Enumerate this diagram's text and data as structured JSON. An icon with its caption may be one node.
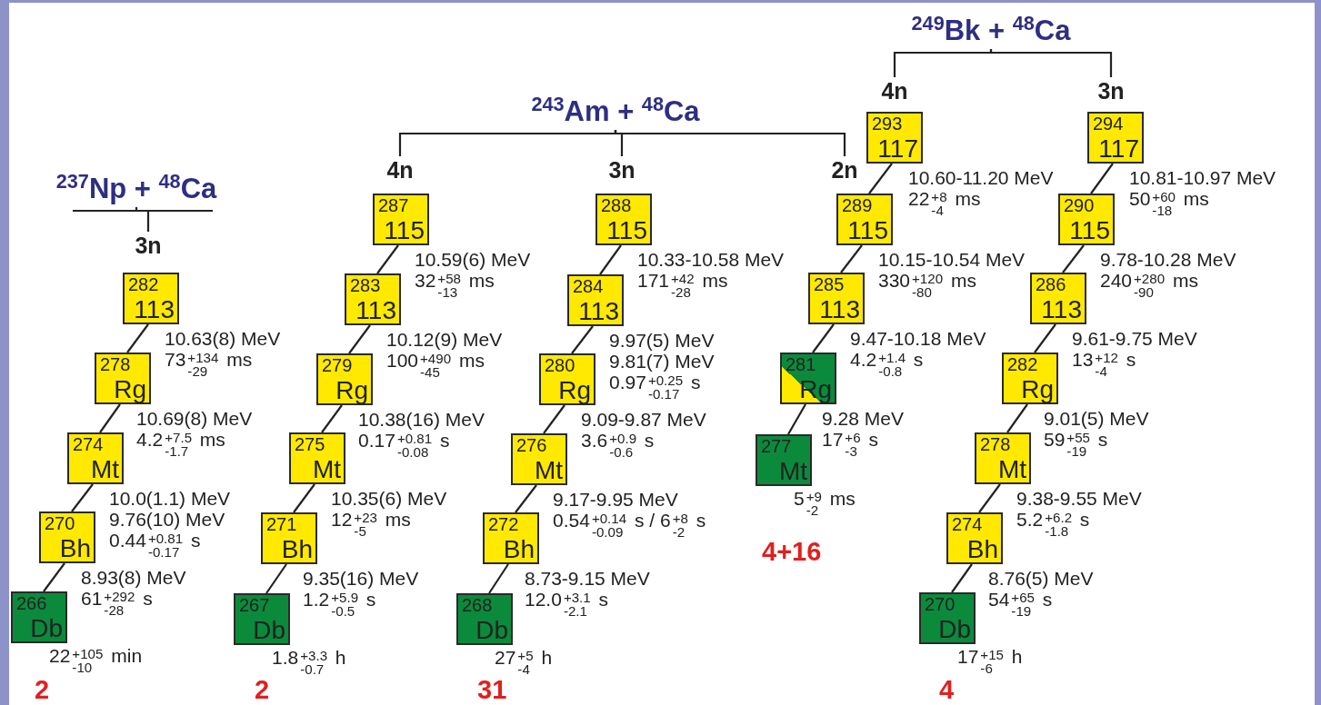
{
  "diagram": {
    "nodes": [
      {
        "text": [
          "$^{237}$Np + $^{48}$Ca"
        ]
      },
      {
        "text": [
          "3n"
        ]
      },
      {
        "text": [
          "$^{243}$Am + $^{48}$Ca"
        ]
      },
      {
        "text": [
          "4n"
        ]
      },
      {
        "text": [
          "3n"
        ]
      },
      {
        "text": [
          "2n"
        ]
      },
      {
        "text": [
          "$^{249}$Bk + $^{48}$Ca"
        ]
      },
      {
        "text": [
          "4n"
        ]
      },
      {
        "text": [
          "3n"
        ]
      },
      {
        "text": [
          "282",
          "113"
        ],
        "beside": [
          "10.63(8) MeV",
          "73$^{+134}$$_{-29}$ ms"
        ]
      },
      {
        "text": [
          "278",
          "Rg"
        ],
        "beside": [
          "10.69(8) MeV",
          "4.2$^{+7.5}$$_{-1.7}$ ms"
        ]
      },
      {
        "text": [
          "274",
          "Mt"
        ],
        "beside": [
          "10.0(1.1) MeV",
          "9.76(10) MeV",
          "0.44$^{+0.81}$$_{-0.17}$ s"
        ]
      },
      {
        "text": [
          "270",
          "Bh"
        ],
        "beside": [
          "8.93(8) MeV",
          "61$^{+292}$$_{-28}$ s"
        ]
      },
      {
        "text": [
          "266",
          "Db"
        ],
        "beside": [
          "22$^{+105}$$_{-10}$ min"
        ]
      },
      {
        "text": [
          "287",
          "115"
        ],
        "beside": [
          "10.59(6) MeV",
          "32$^{+58}$$_{-13}$ ms"
        ]
      },
      {
        "text": [
          "283",
          "113"
        ],
        "beside": [
          "10.12(9) MeV",
          "100$^{+490}$$_{-45}$ ms"
        ]
      },
      {
        "text": [
          "279",
          "Rg"
        ],
        "beside": [
          "10.38(16) MeV",
          "0.17$^{+0.81}$$_{-0.08}$ s"
        ]
      },
      {
        "text": [
          "275",
          "Mt"
        ],
        "beside": [
          "10.35(6) MeV",
          "12$^{+23}$$_{-5}$ ms"
        ]
      },
      {
        "text": [
          "271",
          "Bh"
        ],
        "beside": [
          "9.35(16) MeV",
          "1.2$^{+5.9}$$_{-0.5}$ s"
        ]
      },
      {
        "text": [
          "267",
          "Db"
        ],
        "beside": [
          "1.8$^{+3.3}$$_{-0.7}$ h"
        ]
      },
      {
        "text": [
          "288",
          "115"
        ],
        "beside": [
          "10.33-10.58 MeV",
          "171$^{+42}$$_{-28}$ ms"
        ]
      },
      {
        "text": [
          "284",
          "113"
        ],
        "beside": [
          "9.97(5) MeV",
          "9.81(7) MeV",
          "0.97$^{+0.25}$$_{-0.17}$ s"
        ]
      },
      {
        "text": [
          "280",
          "Rg"
        ],
        "beside": [
          "9.09-9.87 MeV",
          "3.6$^{+0.9}$$_{-0.6}$ s"
        ]
      },
      {
        "text": [
          "276",
          "Mt"
        ],
        "beside": [
          "9.17-9.95 MeV",
          "0.54$^{+0.14}$$_{-0.09}$ s / 6$^{+8}$$_{-2}$ s"
        ]
      },
      {
        "text": [
          "272",
          "Bh"
        ],
        "beside": [
          "8.73-9.15 MeV",
          "12.0$^{+3.1}$$_{-2.1}$ s"
        ]
      },
      {
        "text": [
          "268",
          "Db"
        ],
        "beside": [
          "27$^{+5}$$_{-4}$ h"
        ]
      },
      {
        "text": [
          "293",
          "117"
        ],
        "beside": [
          "10.60-11.20 MeV",
          "22$^{+8}$$_{-4}$ ms"
        ]
      },
      {
        "text": [
          "289",
          "115"
        ],
        "beside": [
          "10.15-10.54 MeV",
          "330$^{+120}$$_{-80}$ ms"
        ]
      },
      {
        "text": [
          "285",
          "113"
        ],
        "beside": [
          "9.47-10.18 MeV",
          "4.2$^{+1.4}$$_{-0.8}$ s"
        ]
      },
      {
        "text": [
          "281",
          "Rg"
        ],
        "beside": [
          "9.28 MeV",
          "17$^{+6}$$_{-3}$ s"
        ]
      },
      {
        "text": [
          "277",
          "Mt"
        ],
        "beside": [
          "5$^{+9}$$_{-2}$ ms"
        ]
      },
      {
        "text": [
          "294",
          "117"
        ],
        "beside": [
          "10.81-10.97 MeV",
          "50$^{+60}$$_{-18}$ ms"
        ]
      },
      {
        "text": [
          "290",
          "115"
        ],
        "beside": [
          "9.78-10.28 MeV",
          "240$^{+280}$$_{-90}$ ms"
        ]
      },
      {
        "text": [
          "286",
          "113"
        ],
        "beside": [
          "9.61-9.75 MeV",
          "13$^{+12}$$_{-4}$ s"
        ]
      },
      {
        "text": [
          "282",
          "Rg"
        ],
        "beside": [
          "9.01(5) MeV",
          "59$^{+55}$$_{-19}$ s"
        ]
      },
      {
        "text": [
          "278",
          "Mt"
        ],
        "beside": [
          "9.38-9.55 MeV",
          "5.2$^{+6.2}$$_{-1.8}$ s"
        ]
      },
      {
        "text": [
          "274",
          "Bh"
        ],
        "beside": [
          "8.76(5) MeV",
          "54$^{+65}$$_{-19}$ s"
        ]
      },
      {
        "text": [
          "270",
          "Db"
        ],
        "beside": [
          "17$^{+15}$$_{-6}$ h"
        ]
      }
    ],
    "edges": [
      {
        "from": 0,
        "to": 1,
        "arrow": "none"
      },
      {
        "from": 2,
        "to": 3,
        "arrow": "none"
      },
      {
        "from": 2,
        "to": 4,
        "arrow": "none"
      },
      {
        "from": 2,
        "to": 5,
        "arrow": "none"
      },
      {
        "from": 6,
        "to": 7,
        "arrow": "none"
      },
      {
        "from": 6,
        "to": 8,
        "arrow": "none"
      },
      {
        "from": 9,
        "to": 10,
        "arrow": "none"
      },
      {
        "from": 10,
        "to": 11,
        "arrow": "none"
      },
      {
        "from": 11,
        "to": 12,
        "arrow": "none"
      },
      {
        "from": 12,
        "to": 13,
        "arrow": "none"
      },
      {
        "from": 14,
        "to": 15,
        "arrow": "none"
      },
      {
        "from": 15,
        "to": 16,
        "arrow": "none"
      },
      {
        "from": 16,
        "to": 17,
        "arrow": "none"
      },
      {
        "from": 17,
        "to": 18,
        "arrow": "none"
      },
      {
        "from": 18,
        "to": 19,
        "arrow": "none"
      },
      {
        "from": 20,
        "to": 21,
        "arrow": "none"
      },
      {
        "from": 21,
        "to": 22,
        "arrow": "none"
      },
      {
        "from": 22,
        "to": 23,
        "arrow": "none"
      },
      {
        "from": 23,
        "to": 24,
        "arrow": "none"
      },
      {
        "from": 24,
        "to": 25,
        "arrow": "none"
      },
      {
        "from": 26,
        "to": 27,
        "arrow": "none"
      },
      {
        "from": 27,
        "to": 28,
        "arrow": "none"
      },
      {
        "from": 28,
        "to": 29,
        "arrow": "none"
      },
      {
        "from": 29,
        "to": 30,
        "arrow": "none"
      },
      {
        "from": 31,
        "to": 32,
        "arrow": "none"
      },
      {
        "from": 32,
        "to": 33,
        "arrow": "none"
      },
      {
        "from": 33,
        "to": 34,
        "arrow": "none"
      },
      {
        "from": 34,
        "to": 35,
        "arrow": "none"
      },
      {
        "from": 35,
        "to": 36,
        "arrow": "none"
      },
      {
        "from": 36,
        "to": 37,
        "arrow": "none"
      }
    ],
    "labels": [
      "2",
      "2",
      "31",
      "4+16",
      "4"
    ]
  }
}
